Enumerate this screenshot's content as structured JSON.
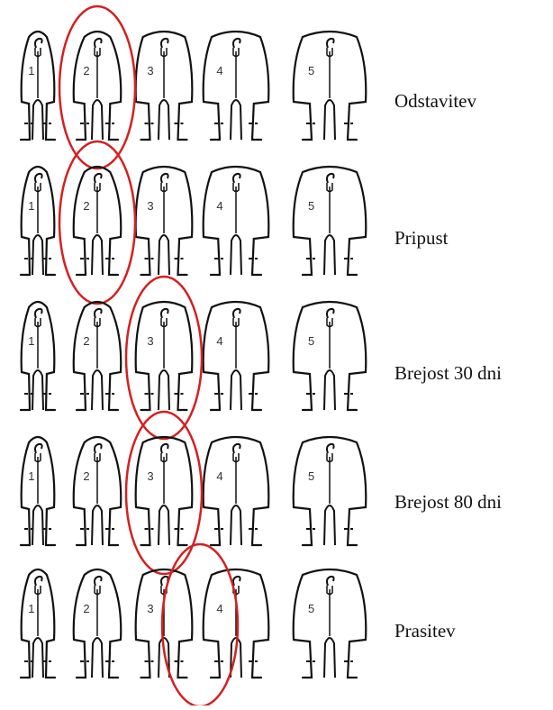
{
  "rows": [
    {
      "label": "Odstavitev",
      "highlighted_score": 2
    },
    {
      "label": "Pripust",
      "highlighted_score": 2
    },
    {
      "label": "Brejost 30 dni",
      "highlighted_score": 3
    },
    {
      "label": "Brejost 80 dni",
      "highlighted_score": 3
    },
    {
      "label": "Prasitev",
      "highlighted_score": 3.5
    }
  ],
  "scores": [
    "1",
    "2",
    "3",
    "4",
    "5"
  ],
  "colors": {
    "highlight": "#d42020",
    "outline": "#111111"
  }
}
